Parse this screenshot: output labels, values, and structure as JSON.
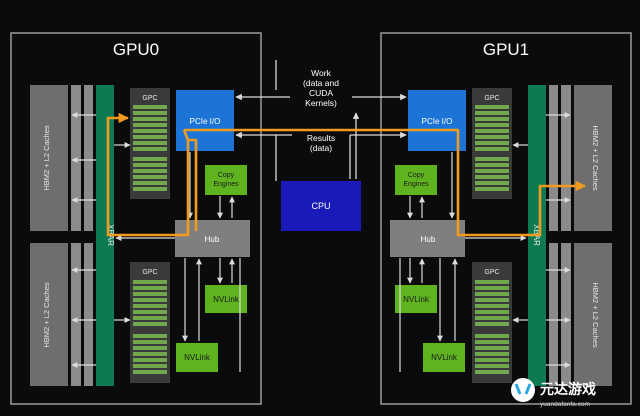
{
  "colors": {
    "background": "#0b0b0b",
    "panel_border": "#9a9a9a",
    "hbm": "#6e6e6e",
    "hbm_side": "#8b8b8b",
    "xbar": "#0d7a52",
    "gpc_bg": "#3a3a3a",
    "sm_green": "#6fa84d",
    "pcie": "#1c74d6",
    "cpu": "#1a1ab8",
    "green_box": "#5fb31f",
    "hub": "#7f7f7f",
    "arrow": "#dcdcdc",
    "orange": "#f09a1e"
  },
  "gpu0": {
    "title": "GPU0",
    "hbm_top_label": "HBM2 + L2 Caches",
    "hbm_bottom_label": "HBM2 + L2 Caches",
    "xbar_label": "XBAR",
    "gpc_top_label": "GPC",
    "gpc_bottom_label": "GPC",
    "pcie_label": "PCIe I/O",
    "copy_engines_label": "Copy\nEngines",
    "hub_label": "Hub",
    "nvlink_top_label": "NVLink",
    "nvlink_bottom_label": "NVLink"
  },
  "gpu1": {
    "title": "GPU1",
    "hbm_top_label": "HBM2 + L2 Caches",
    "hbm_bottom_label": "HBM2 + L2 Caches",
    "xbar_label": "XBAR",
    "gpc_top_label": "GPC",
    "gpc_bottom_label": "GPC",
    "pcie_label": "PCIe I/O",
    "copy_engines_label": "Copy\nEngines",
    "hub_label": "Hub",
    "nvlink_top_label": "NVLink",
    "nvlink_bottom_label": "NVLink"
  },
  "center": {
    "work_label": "Work\n(data and\nCUDA\nKernels)",
    "results_label": "Results\n(data)",
    "cpu_label": "CPU"
  },
  "watermark": {
    "brand": "元达游戏",
    "url": "yuandafanfa.com"
  }
}
